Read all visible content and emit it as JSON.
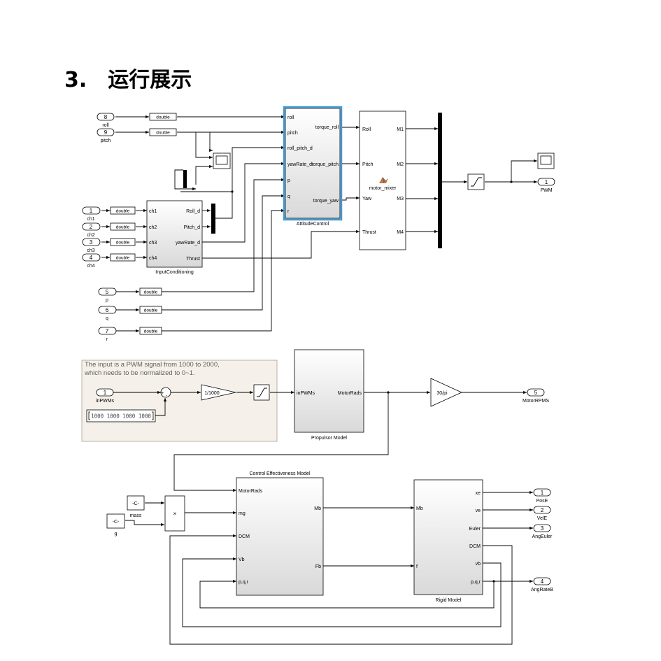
{
  "heading": "3.　运行展示",
  "attitude_section": {
    "inports": [
      {
        "num": "8",
        "label": "roll"
      },
      {
        "num": "9",
        "label": "pitch"
      },
      {
        "num": "1",
        "label": "ch1"
      },
      {
        "num": "2",
        "label": "ch2"
      },
      {
        "num": "3",
        "label": "ch3"
      },
      {
        "num": "4",
        "label": "ch4"
      },
      {
        "num": "5",
        "label": "p"
      },
      {
        "num": "6",
        "label": "q"
      },
      {
        "num": "7",
        "label": "r"
      }
    ],
    "convert_label": "double",
    "input_conditioning": {
      "name": "InputConditioning",
      "inputs": [
        "ch1",
        "ch2",
        "ch3",
        "ch4"
      ],
      "outputs": [
        "Roll_d",
        "Pitch_d",
        "yawRate_d",
        "Thrust"
      ]
    },
    "attitude_control": {
      "name": "AttitudeControl",
      "inputs": [
        "roll",
        "pitch",
        "roll_pitch_d",
        "yawRate_d",
        "p",
        "q",
        "r"
      ],
      "outputs": [
        "torque_roll",
        "torque_pitch",
        "torque_yaw"
      ]
    },
    "motor_mixer": {
      "name": "motor_mixer",
      "inputs": [
        "Roll",
        "Pitch",
        "Yaw",
        "Thrust"
      ],
      "outputs": [
        "M1",
        "M2",
        "M3",
        "M4"
      ]
    },
    "outport": {
      "num": "1",
      "label": "PWM"
    }
  },
  "propulsion_section": {
    "annotation": [
      "The input is a PWM signal from 1000 to 2000,",
      "which needs to be normalized to 0~1."
    ],
    "inport": {
      "num": "1",
      "label": "inPWMs"
    },
    "sum_signs": [
      "+",
      "-"
    ],
    "constant_value": "1000 1000 1000 1000",
    "gain_div": "1/1000",
    "propulsor_model": {
      "name": "Propulsor Model",
      "input": "inPWMs",
      "output": "MotorRads"
    },
    "gain_rpm": "30/pi",
    "outport": {
      "num": "5",
      "label": "MotorRPMS"
    }
  },
  "dynamics_section": {
    "constants": [
      {
        "value": "-C-",
        "label": "mass"
      },
      {
        "value": "-C-",
        "label": "g"
      }
    ],
    "product_symbol": "×",
    "control_effectiveness": {
      "name": "Control Effectiveness Model",
      "inputs": [
        "MotorRads",
        "mg",
        "DCM",
        "Vb",
        "p,q,r"
      ],
      "outputs": [
        "Mb",
        "Fb"
      ]
    },
    "rigid_model": {
      "name": "Rigid Model",
      "inputs": [
        "Mb",
        "f"
      ],
      "outputs": [
        "xe",
        "ve",
        "Euler",
        "DCM",
        "vb",
        "p,q,r"
      ]
    },
    "outports": [
      {
        "num": "1",
        "label": "PosE"
      },
      {
        "num": "2",
        "label": "VelE"
      },
      {
        "num": "3",
        "label": "AngEuler"
      },
      {
        "num": "4",
        "label": "AngRateB"
      }
    ]
  },
  "colors": {
    "block_top": "#ffffff",
    "block_bottom": "#d9d9d9",
    "selection": "#3d9bd9",
    "annotation_bg": "#f5f1ea",
    "mux_bar": "#000000"
  },
  "icons": [
    "scope-icon",
    "saturation-icon",
    "matlab-function-icon",
    "sum-icon",
    "product-icon",
    "gain-icon"
  ]
}
